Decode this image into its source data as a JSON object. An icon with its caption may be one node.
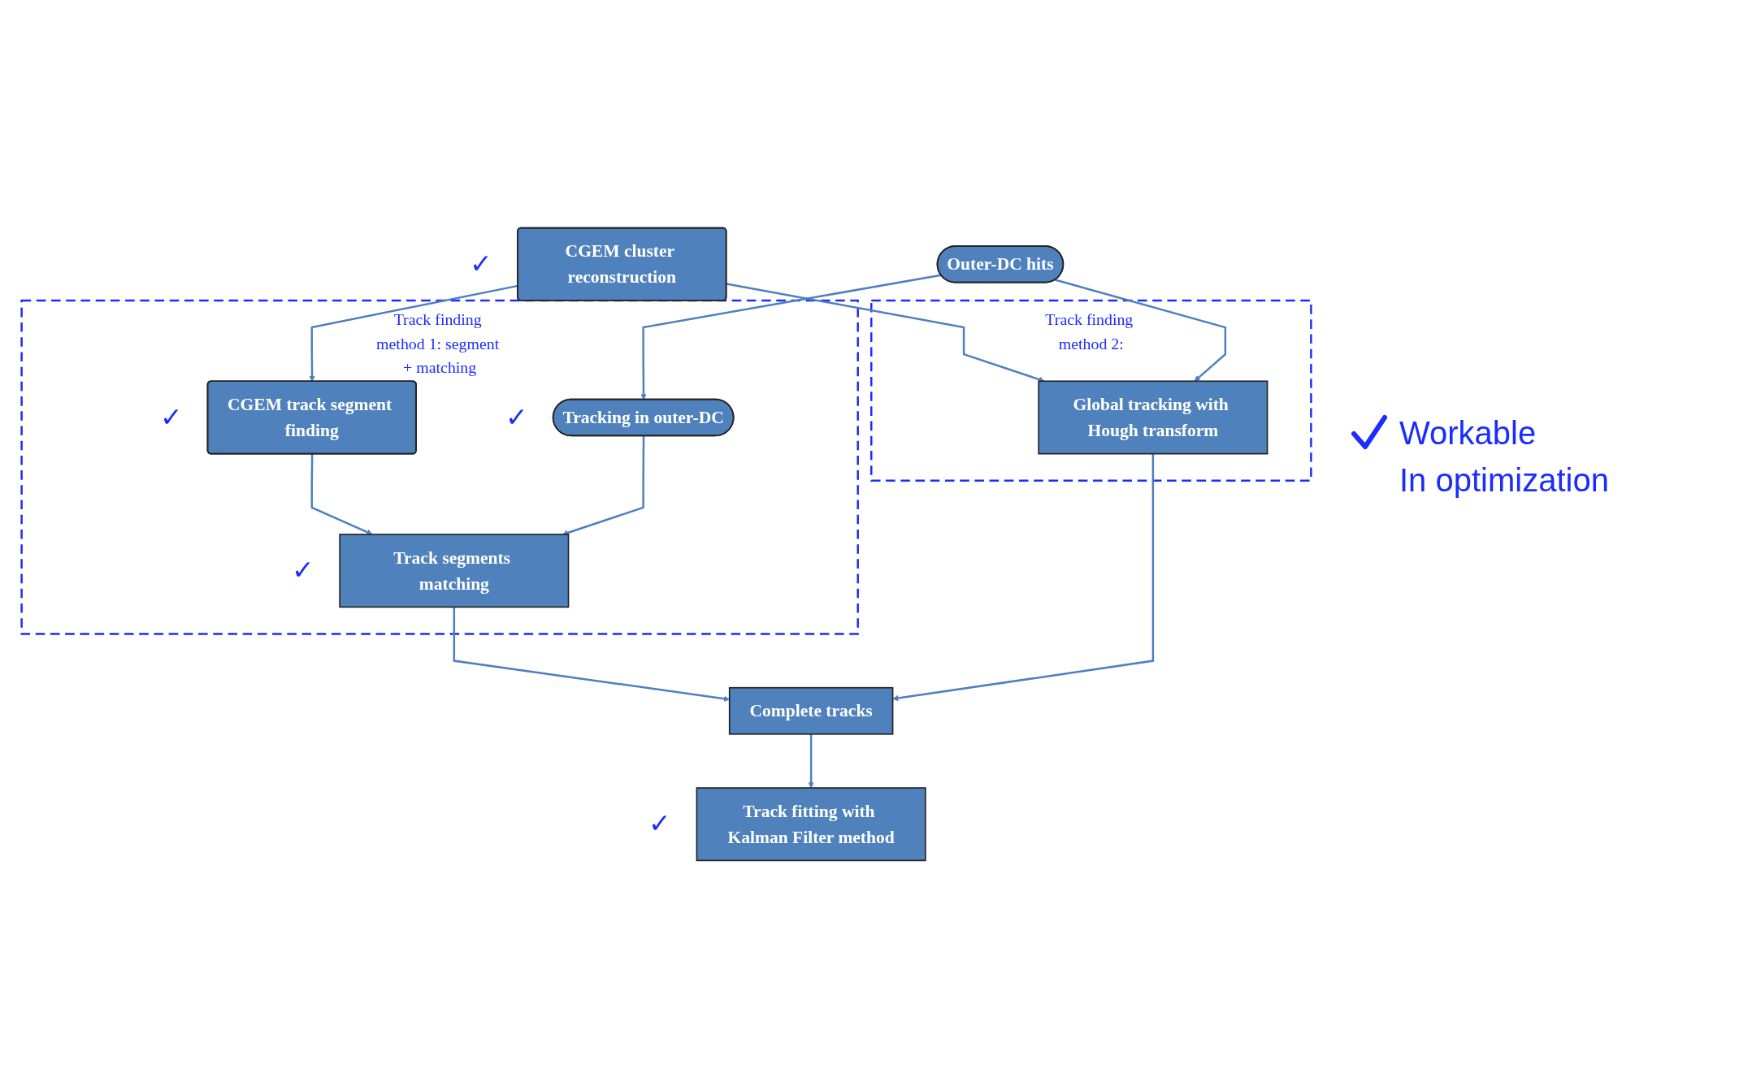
{
  "diagram": {
    "nodes": [
      {
        "text": [
          "CGEM cluster reconstruction"
        ],
        "beside": [
          "✓"
        ]
      },
      {
        "text": [
          "Outer-DC hits"
        ]
      },
      {
        "text": [
          "Track finding method 1: segment + matching"
        ]
      },
      {
        "text": [
          "CGEM track segment finding"
        ],
        "in": 2,
        "beside": [
          "✓"
        ]
      },
      {
        "text": [
          "Tracking in outer-DC"
        ],
        "in": 2,
        "beside": [
          "✓"
        ]
      },
      {
        "text": [
          "Track segments matching"
        ],
        "in": 2,
        "beside": [
          "✓"
        ]
      },
      {
        "text": [
          "Track finding method 2:"
        ]
      },
      {
        "text": [
          "Global tracking with Hough transform"
        ],
        "in": 6
      },
      {
        "text": [
          "Complete tracks"
        ]
      },
      {
        "text": [
          "Track fitting with Kalman Filter method"
        ],
        "beside": [
          "✓"
        ]
      }
    ],
    "edges": [
      {
        "from": 0,
        "to": 3,
        "arrow": "to"
      },
      {
        "from": 1,
        "to": 4,
        "arrow": "to"
      },
      {
        "from": 3,
        "to": 5,
        "arrow": "to"
      },
      {
        "from": 4,
        "to": 5,
        "arrow": "to"
      },
      {
        "from": 0,
        "to": 7,
        "arrow": "to"
      },
      {
        "from": 1,
        "to": 7,
        "arrow": "to"
      },
      {
        "from": 5,
        "to": 8,
        "arrow": "to"
      },
      {
        "from": 7,
        "to": 8,
        "arrow": "to"
      },
      {
        "from": 8,
        "to": 9,
        "arrow": "to"
      }
    ],
    "legend": [
      {
        "text": "Workable"
      },
      {
        "text": "In optimization"
      }
    ]
  }
}
